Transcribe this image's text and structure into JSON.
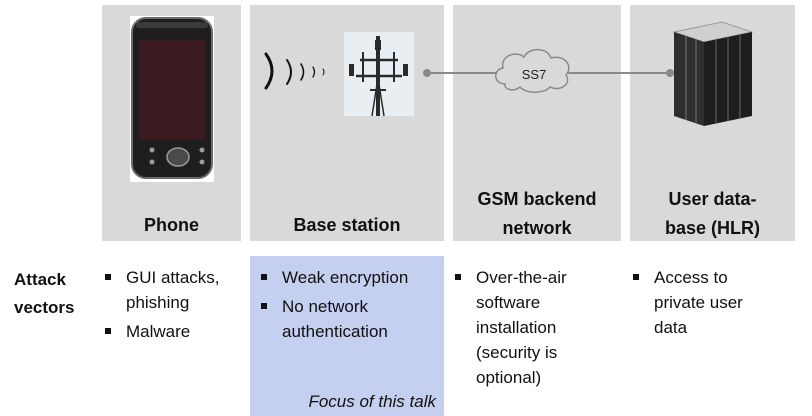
{
  "columns": [
    {
      "title": "Phone",
      "bullets": [
        "GUI attacks, phishing",
        "Malware"
      ]
    },
    {
      "title": "Base station",
      "bullets": [
        "Weak encryption",
        "No network authentication"
      ]
    },
    {
      "title": "GSM  backend network",
      "bullets": [
        "Over-the-air software installation (security is optional)"
      ]
    },
    {
      "title": "User data-base (HLR)",
      "bullets": [
        "Access to private user data"
      ]
    }
  ],
  "cloud_label": "SS7",
  "row_label": "Attack vectors",
  "focus_caption": "Focus of this talk",
  "colors": {
    "panel": "#d9d9d9",
    "focus": "#c5cff0",
    "link": "#8a8a8a"
  },
  "icons": [
    "smartphone-icon",
    "radio-waves-icon",
    "cell-tower-icon",
    "cloud-icon",
    "server-rack-icon"
  ]
}
